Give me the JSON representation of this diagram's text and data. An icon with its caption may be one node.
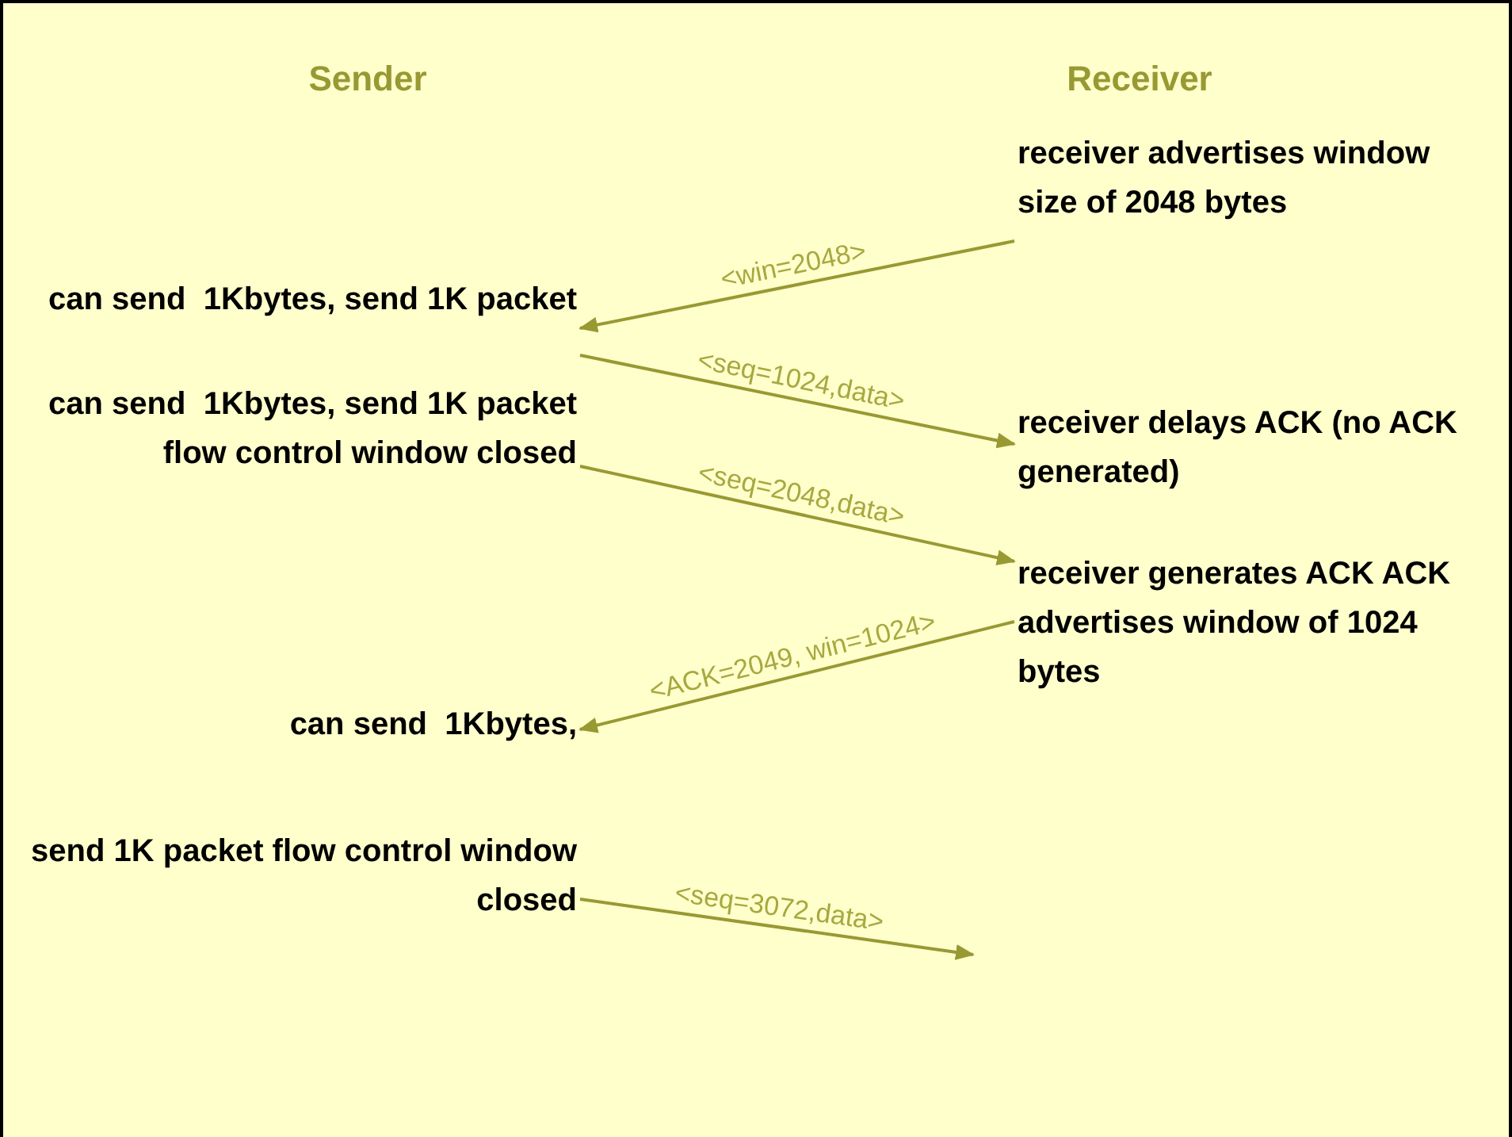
{
  "diagram": {
    "nodes": [
      {
        "text": [
          "receiver advertises window size of 2048 bytes"
        ]
      },
      {
        "text": [
          "can send  1Kbytes, send 1K packet"
        ]
      },
      {
        "text": [
          "receiver delays ACK (no ACK generated)"
        ]
      },
      {
        "text": [
          "can send  1Kbytes, send 1K packet flow control window closed"
        ]
      },
      {
        "text": [
          "receiver generates ACK ACK advertises window of 1024 bytes"
        ]
      },
      {
        "text": [
          "can send  1Kbytes,"
        ]
      },
      {
        "text": [
          "send 1K packet flow control window closed"
        ]
      }
    ],
    "edges": [
      {
        "from": 0,
        "to": 1,
        "arrow": "to",
        "label": "<win=2048>"
      },
      {
        "from": 1,
        "to": 2,
        "arrow": "to",
        "label": "<seq=1024,data>"
      },
      {
        "from": 3,
        "to": 4,
        "arrow": "to",
        "label": "<seq=2048,data>"
      },
      {
        "from": 4,
        "to": 5,
        "arrow": "to",
        "label": "<ACK=2049, win=1024>"
      },
      {
        "from": 6,
        "to": null,
        "arrow": "to",
        "label": "<seq=3072,data>"
      }
    ],
    "labels": [
      "Sender",
      "Receiver"
    ]
  }
}
